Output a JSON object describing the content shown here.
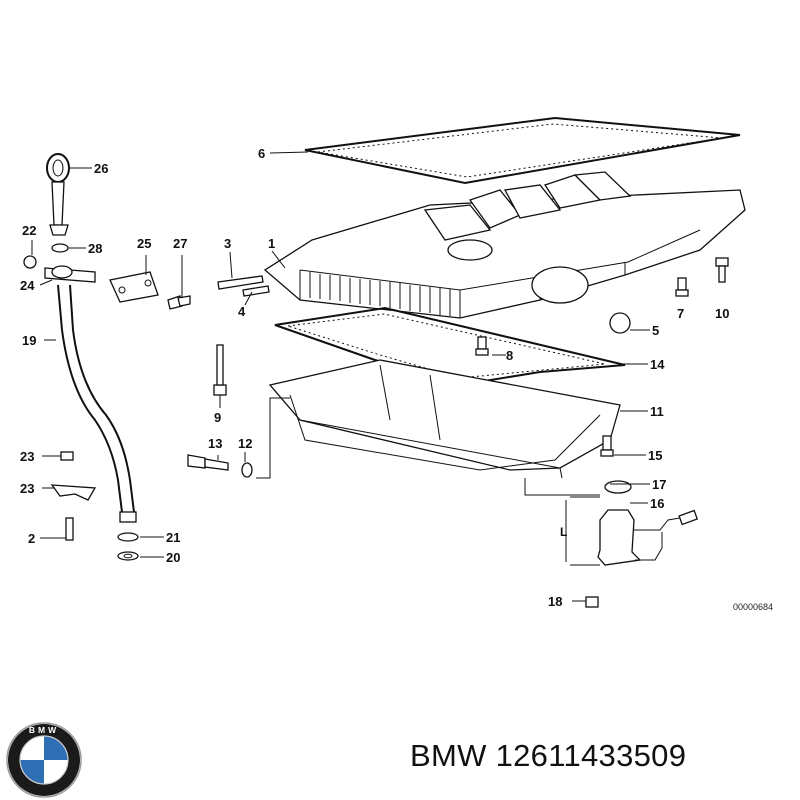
{
  "diagram": {
    "callouts": [
      "1",
      "2",
      "3",
      "4",
      "5",
      "6",
      "7",
      "8",
      "9",
      "10",
      "11",
      "12",
      "13",
      "14",
      "15",
      "16",
      "17",
      "18",
      "19",
      "20",
      "21",
      "22",
      "23",
      "23",
      "24",
      "25",
      "26",
      "27",
      "28"
    ],
    "dimension_label": "L",
    "reference_code": "00000684"
  },
  "footer": {
    "brand": "BMW",
    "part_number": "12611433509",
    "logo_letters": "BMW"
  },
  "colors": {
    "logo_ring": "#1a1a1a",
    "logo_blue": "#2f6fb3",
    "logo_white": "#ffffff"
  }
}
